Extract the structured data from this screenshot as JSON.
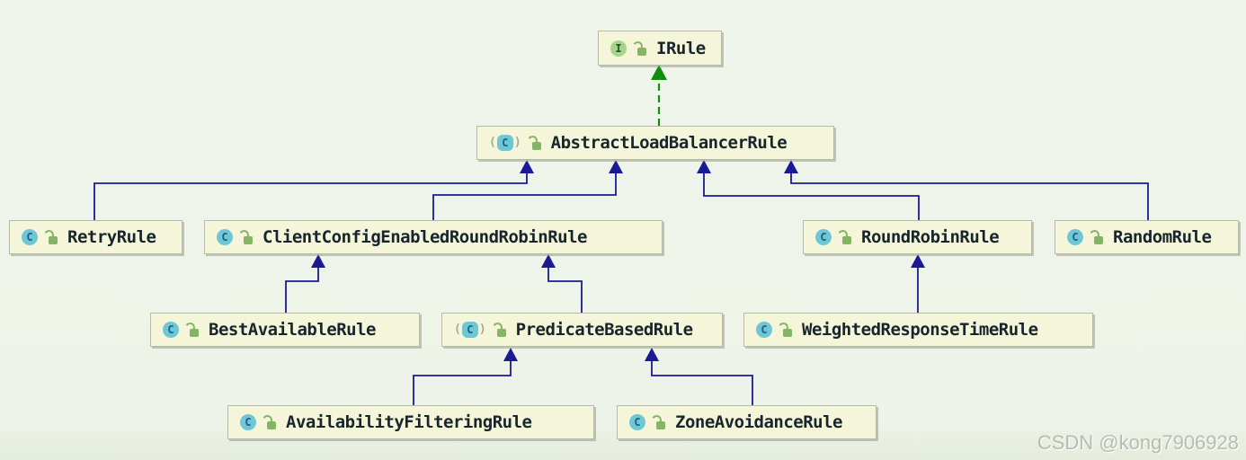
{
  "diagram": {
    "kind": "uml-class-diagram",
    "nodes": [
      {
        "id": "irule",
        "label": "IRule",
        "type": "interface",
        "icon_letter": "I",
        "abstract": false
      },
      {
        "id": "abstract-load-balancer-rule",
        "label": "AbstractLoadBalancerRule",
        "type": "class",
        "icon_letter": "C",
        "abstract": true
      },
      {
        "id": "retry-rule",
        "label": "RetryRule",
        "type": "class",
        "icon_letter": "C",
        "abstract": false
      },
      {
        "id": "client-config-enabled-round-robin-rule",
        "label": "ClientConfigEnabledRoundRobinRule",
        "type": "class",
        "icon_letter": "C",
        "abstract": false
      },
      {
        "id": "round-robin-rule",
        "label": "RoundRobinRule",
        "type": "class",
        "icon_letter": "C",
        "abstract": false
      },
      {
        "id": "random-rule",
        "label": "RandomRule",
        "type": "class",
        "icon_letter": "C",
        "abstract": false
      },
      {
        "id": "best-available-rule",
        "label": "BestAvailableRule",
        "type": "class",
        "icon_letter": "C",
        "abstract": false
      },
      {
        "id": "predicate-based-rule",
        "label": "PredicateBasedRule",
        "type": "class",
        "icon_letter": "C",
        "abstract": true
      },
      {
        "id": "weighted-response-time-rule",
        "label": "WeightedResponseTimeRule",
        "type": "class",
        "icon_letter": "C",
        "abstract": false
      },
      {
        "id": "availability-filtering-rule",
        "label": "AvailabilityFilteringRule",
        "type": "class",
        "icon_letter": "C",
        "abstract": false
      },
      {
        "id": "zone-avoidance-rule",
        "label": "ZoneAvoidanceRule",
        "type": "class",
        "icon_letter": "C",
        "abstract": false
      }
    ],
    "edges": [
      {
        "from": "AbstractLoadBalancerRule",
        "to": "IRule",
        "relation": "implements",
        "style": "green-dashed-arrow"
      },
      {
        "from": "RetryRule",
        "to": "AbstractLoadBalancerRule",
        "relation": "extends",
        "style": "blue-solid-arrow"
      },
      {
        "from": "ClientConfigEnabledRoundRobinRule",
        "to": "AbstractLoadBalancerRule",
        "relation": "extends",
        "style": "blue-solid-arrow"
      },
      {
        "from": "RoundRobinRule",
        "to": "AbstractLoadBalancerRule",
        "relation": "extends",
        "style": "blue-solid-arrow"
      },
      {
        "from": "RandomRule",
        "to": "AbstractLoadBalancerRule",
        "relation": "extends",
        "style": "blue-solid-arrow"
      },
      {
        "from": "BestAvailableRule",
        "to": "ClientConfigEnabledRoundRobinRule",
        "relation": "extends",
        "style": "blue-solid-arrow"
      },
      {
        "from": "PredicateBasedRule",
        "to": "ClientConfigEnabledRoundRobinRule",
        "relation": "extends",
        "style": "blue-solid-arrow"
      },
      {
        "from": "WeightedResponseTimeRule",
        "to": "RoundRobinRule",
        "relation": "extends",
        "style": "blue-solid-arrow"
      },
      {
        "from": "AvailabilityFilteringRule",
        "to": "PredicateBasedRule",
        "relation": "extends",
        "style": "blue-solid-arrow"
      },
      {
        "from": "ZoneAvoidanceRule",
        "to": "PredicateBasedRule",
        "relation": "extends",
        "style": "blue-solid-arrow"
      }
    ],
    "icons": {
      "class_icon": {
        "name": "class-icon",
        "letter": "C",
        "color": "#6ec6d6"
      },
      "interface_icon": {
        "name": "interface-icon",
        "letter": "I",
        "color": "#a8d48d"
      },
      "abstract_class_icon": {
        "name": "abstract-class-icon",
        "letter": "C",
        "color": "#6ec6d6"
      },
      "lock_icon": {
        "name": "public-lock-icon",
        "color": "#85b564"
      }
    },
    "colors": {
      "background": "#eef4e9",
      "node_fill": "#f5f6d9",
      "node_border": "#b7baa8",
      "extends_edge": "#1a1a96",
      "implements_edge": "#0e8f0e",
      "label_text": "#17262e"
    }
  },
  "watermark": {
    "text": "CSDN @kong7906928"
  }
}
